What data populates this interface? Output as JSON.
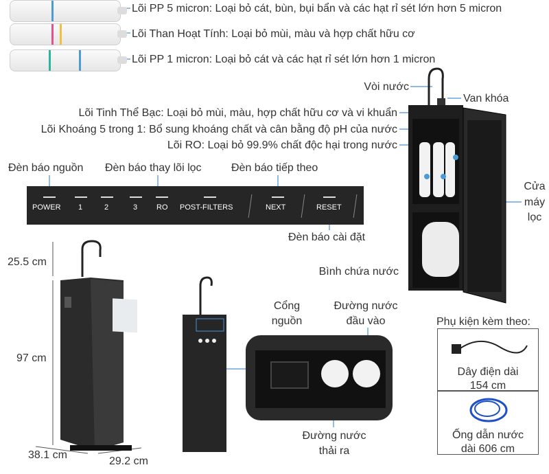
{
  "filters": [
    {
      "label": "Lõi PP 5 micron: Loại bỏ cát, bùn, bụi bẩn và các hạt rỉ sét lớn hơn 5 micron",
      "accent": "#4a9bd8"
    },
    {
      "label": "Lõi Than Hoạt Tính: Loại bỏ mùi, màu và hợp chất hữu cơ",
      "accent": "#e8508a"
    },
    {
      "label": "Lõi PP 1 micron: Loại bỏ cát và các hạt rỉ sét lớn hơn 1 micron",
      "accent": "#2ab5a0"
    }
  ],
  "cabinet_labels": {
    "faucet": "Vòi nước",
    "valve": "Van khóa",
    "silver_core": "Lõi Tinh Thể Bạc: Loại bỏ mùi, màu, hợp chất hữu cơ và vi khuẩn",
    "mineral_core": "Lõi Khoáng 5 trong 1: Bổ sung khoáng chất và cân bằng độ pH của nước",
    "ro_core": "Lõi RO: Loại bỏ 99.9% chất độc hại trong nước",
    "door": [
      "Cửa",
      "máy",
      "lọc"
    ],
    "tank": "Bình chứa nước"
  },
  "panel": {
    "power_light": "Đèn báo nguồn",
    "change_light": "Đèn báo thay lõi lọc",
    "next_light": "Đèn báo tiếp theo",
    "reset_light": "Đèn báo cài đặt",
    "buttons": {
      "power": "POWER",
      "f1": "1",
      "f2": "2",
      "f3": "3",
      "ro": "RO",
      "post": "POST-FILTERS",
      "next": "NEXT",
      "reset": "RESET"
    }
  },
  "dimensions": {
    "faucet_height": "25.5 cm",
    "body_height": "97 cm",
    "depth": "38.1 cm",
    "width": "29.2 cm"
  },
  "ports": {
    "power_port": [
      "Cổng",
      "nguồn"
    ],
    "inlet": [
      "Đường nước",
      "đầu vào"
    ],
    "waste": [
      "Đường nước",
      "thải ra"
    ]
  },
  "accessories": {
    "title": "Phụ kiện kèm theo:",
    "cord": [
      "Dây điện dài",
      "154 cm"
    ],
    "tube": [
      "Ống dẫn nước",
      "dài 606 cm"
    ]
  }
}
